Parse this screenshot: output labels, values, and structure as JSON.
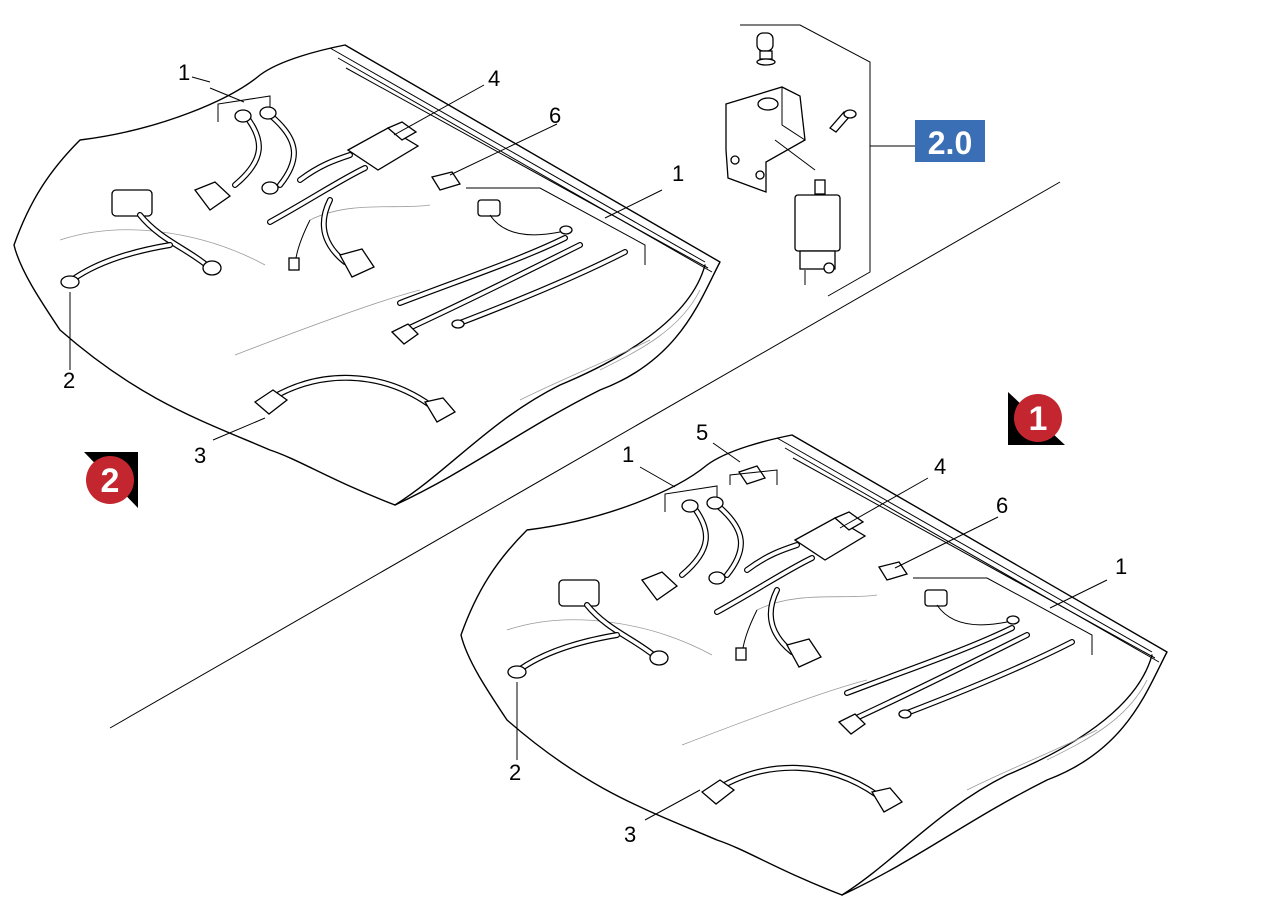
{
  "colors": {
    "ref_badge": "#3a6fb5",
    "variant_circle": "#c3262f",
    "line": "#000000"
  },
  "reference": {
    "label": "2.0"
  },
  "variants": [
    {
      "label": "1"
    },
    {
      "label": "2"
    }
  ],
  "callouts": {
    "bag_upper": [
      "1",
      "4",
      "6",
      "1",
      "2",
      "3"
    ],
    "bag_lower": [
      "1",
      "5",
      "4",
      "6",
      "1",
      "2",
      "3"
    ]
  }
}
